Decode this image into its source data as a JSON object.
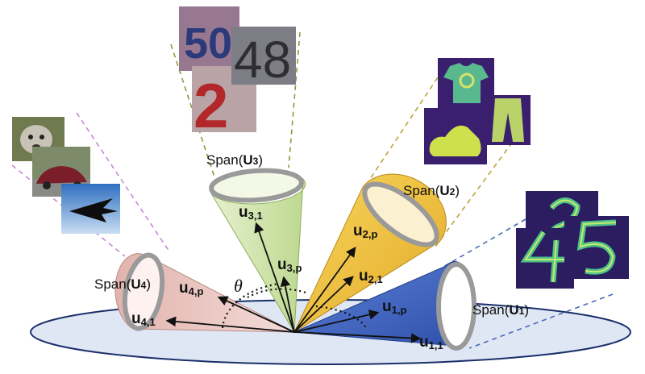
{
  "spans": {
    "u1": {
      "prefix": "Span(",
      "sym": "U",
      "num": "1",
      "suffix": ")"
    },
    "u2": {
      "prefix": "Span(",
      "sym": "U",
      "num": "2",
      "suffix": ")"
    },
    "u3": {
      "prefix": "Span(",
      "sym": "U",
      "num": "3",
      "suffix": ")"
    },
    "u4": {
      "prefix": "Span(",
      "sym": "U",
      "num": "4",
      "suffix": ")"
    }
  },
  "vectors": {
    "u11": {
      "sym": "u",
      "sub": "1,1"
    },
    "u1p": {
      "sym": "u",
      "sub": "1,p"
    },
    "u21": {
      "sym": "u",
      "sub": "2,1"
    },
    "u2p": {
      "sym": "u",
      "sub": "2,p"
    },
    "u31": {
      "sym": "u",
      "sub": "3,1"
    },
    "u3p": {
      "sym": "u",
      "sub": "3,p"
    },
    "u41": {
      "sym": "u",
      "sub": "4,1"
    },
    "u4p": {
      "sym": "u",
      "sub": "4,p"
    }
  },
  "angle_label": "θ",
  "digit_tiles": {
    "d1": "50",
    "d2": "48",
    "d3": "2"
  },
  "colors": {
    "cone1": "#3f66c4",
    "cone2": "#f0c23a",
    "cone3": "#cfe3a8",
    "cone4": "#ecc7c1",
    "disk": "#dfe6f4",
    "diskStroke": "#1a2f6b",
    "rim": "#9a9a9a",
    "mnistBg": "#2b1d5f",
    "mnistInk": "#4fc28b",
    "fashionBg": "#3a1f6e",
    "fashionInk": "#c6d84b"
  }
}
